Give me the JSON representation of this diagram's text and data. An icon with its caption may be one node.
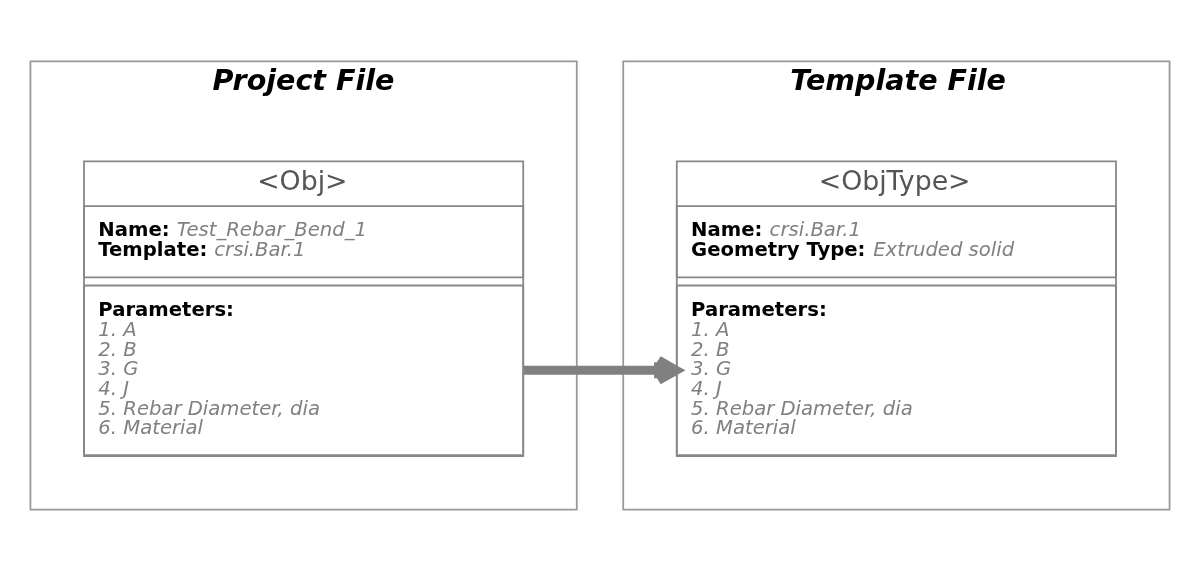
{
  "diagram": {
    "nodes": [
      {
        "text": [
          "Project File"
        ]
      },
      {
        "text": [
          "<Obj>"
        ],
        "in": 0
      },
      {
        "text": [
          "**Name:** *Test_Rebar_Bend_1*",
          "**Template:** *crsi.Bar.1*"
        ],
        "in": 1
      },
      {
        "text": [
          "**Parameters:**",
          "*1. A*",
          "*2. B*",
          "*3. G*",
          "*4. J*",
          "*5. Rebar Diameter, dia*",
          "*6. Material*"
        ],
        "in": 1
      },
      {
        "text": [
          "Template File"
        ]
      },
      {
        "text": [
          "<ObjType>"
        ],
        "in": 4
      },
      {
        "text": [
          "**Name:** *crsi.Bar.1*",
          "**Geometry Type:** *Extruded solid*"
        ],
        "in": 5
      },
      {
        "text": [
          "**Parameters:**",
          "*1. A*",
          "*2. B*",
          "*3. G*",
          "*4. J*",
          "*5. Rebar Diameter, dia*",
          "*6. Material*"
        ],
        "in": 5
      }
    ],
    "edges": [
      {
        "from": 3,
        "to": 7,
        "arrow": "to"
      }
    ]
  }
}
